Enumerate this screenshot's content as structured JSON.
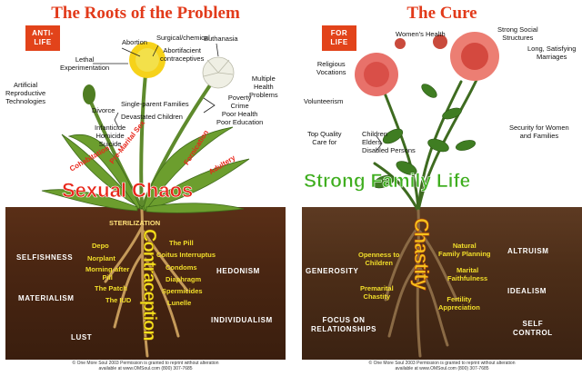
{
  "left": {
    "title": "The Roots of the Problem",
    "badge": [
      "ANTI-",
      "LIFE"
    ],
    "labels": {
      "abortion": "Abortion",
      "surgical": "Surgical/chemical",
      "abortifacient": "Abortifacient",
      "contraceptives": "contraceptives",
      "euthanasia": "Euthanasia",
      "lethal": "Lethal",
      "experimentation": "Experimentation",
      "multiple": "Multiple",
      "health": "Health",
      "problems": "Problems",
      "artificial": "Artificial",
      "reproductive": "Reproductive",
      "technologies": "Technologies",
      "divorce": "Divorce",
      "single_parent": "Single-parent Families",
      "devastated": "Devastated Children",
      "poverty": "Poverty",
      "crime": "Crime",
      "poor_health": "Poor Health",
      "poor_education": "Poor Education",
      "infanticide": "Infanticide",
      "homicide": "Homicide",
      "suicide": "Suicide"
    },
    "stems": {
      "premarital": "Pre-Marital Sex",
      "cohabitation": "Cohabitation",
      "fornication": "Fornication",
      "adultery": "Adultery"
    },
    "headline": "Sexual Chaos",
    "sterilization": "STERILIZATION",
    "root_word": "Contraception",
    "under": {
      "depo": "Depo",
      "norplant": "Norplant",
      "morning": "Morning-after",
      "pill_small": "Pill",
      "patch": "The Patch",
      "iud": "The IUD",
      "the_pill": "The Pill",
      "coitus": "Coitus Interruptus",
      "condoms": "Condoms",
      "diaphragm": "Diaphragm",
      "spermicides": "Spermicides",
      "lunelle": "Lunelle"
    },
    "vices": {
      "selfishness": "SELFISHNESS",
      "materialism": "MATERIALISM",
      "lust": "LUST",
      "hedonism": "HEDONISM",
      "individualism": "INDIVIDUALISM"
    },
    "footer": [
      "© One More Soul   2003     Permission is granted to reprint without alteration",
      "available at www.OMSoul.com     (800) 307-7685"
    ]
  },
  "right": {
    "title": "The Cure",
    "badge": [
      "FOR",
      "LIFE"
    ],
    "labels": {
      "womens_health": "Women's Health",
      "strong_social": "Strong Social",
      "structures": "Structures",
      "long": "Long, Satisfying",
      "marriages": "Marriages",
      "religious": "Religious",
      "vocations": "Vocations",
      "volunteerism": "Volunteerism",
      "top_quality": "Top Quality",
      "care_for": "Care for",
      "children": "Children",
      "elders": "Elders",
      "disabled": "Disabled Persons",
      "security": "Security for Women",
      "and_families": "and Families"
    },
    "headline": "Strong Family Life",
    "root_word": "Chastity",
    "under": {
      "openness": "Openness to",
      "children": "Children",
      "natural": "Natural",
      "family_planning": "Family Planning",
      "marital": "Marital",
      "faithfulness": "Faithfulness",
      "premarital": "Premarital",
      "chastity": "Chastity",
      "fertility": "Fertility",
      "appreciation": "Appreciation"
    },
    "virtues": {
      "generosity": "GENEROSITY",
      "focus_on": "FOCUS ON",
      "relationships": "RELATIONSHIPS",
      "altruism": "ALTRUISM",
      "idealism": "IDEALISM",
      "self": "SELF",
      "control": "CONTROL"
    },
    "footer": [
      "© One More Soul   2003     Permission is granted to reprint without alteration",
      "available at www.OMSoul.com     (800) 307-7685"
    ]
  },
  "colors": {
    "title_red": "#e23a1a",
    "headline_red": "#e8261a",
    "root_yellow": "#f5e21c",
    "root_orange": "#f08a12",
    "headline_green": "#3fae1f",
    "soil": "#4a2612"
  }
}
